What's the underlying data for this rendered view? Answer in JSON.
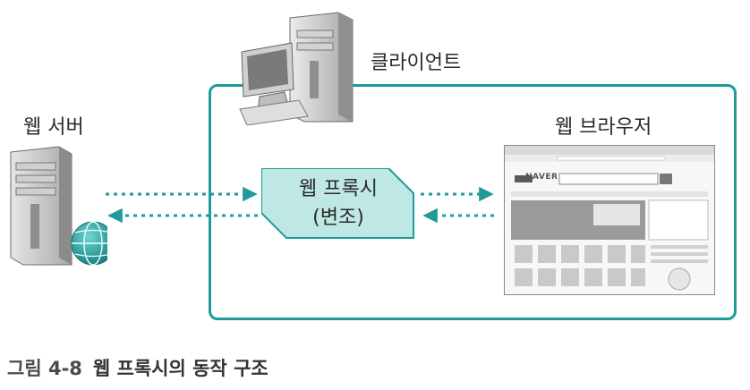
{
  "labels": {
    "web_server": "웹 서버",
    "client": "클라이언트",
    "web_browser": "웹 브라우저",
    "proxy_line1": "웹 프록시",
    "proxy_line2": "(변조)"
  },
  "caption": {
    "figure_number": "그림 4-8",
    "title": "웹 프록시의 동작 구조"
  },
  "browser": {
    "brand": "NAVER"
  },
  "colors": {
    "teal": "#1f9b99",
    "proxy_fill": "#bfe8e5"
  }
}
